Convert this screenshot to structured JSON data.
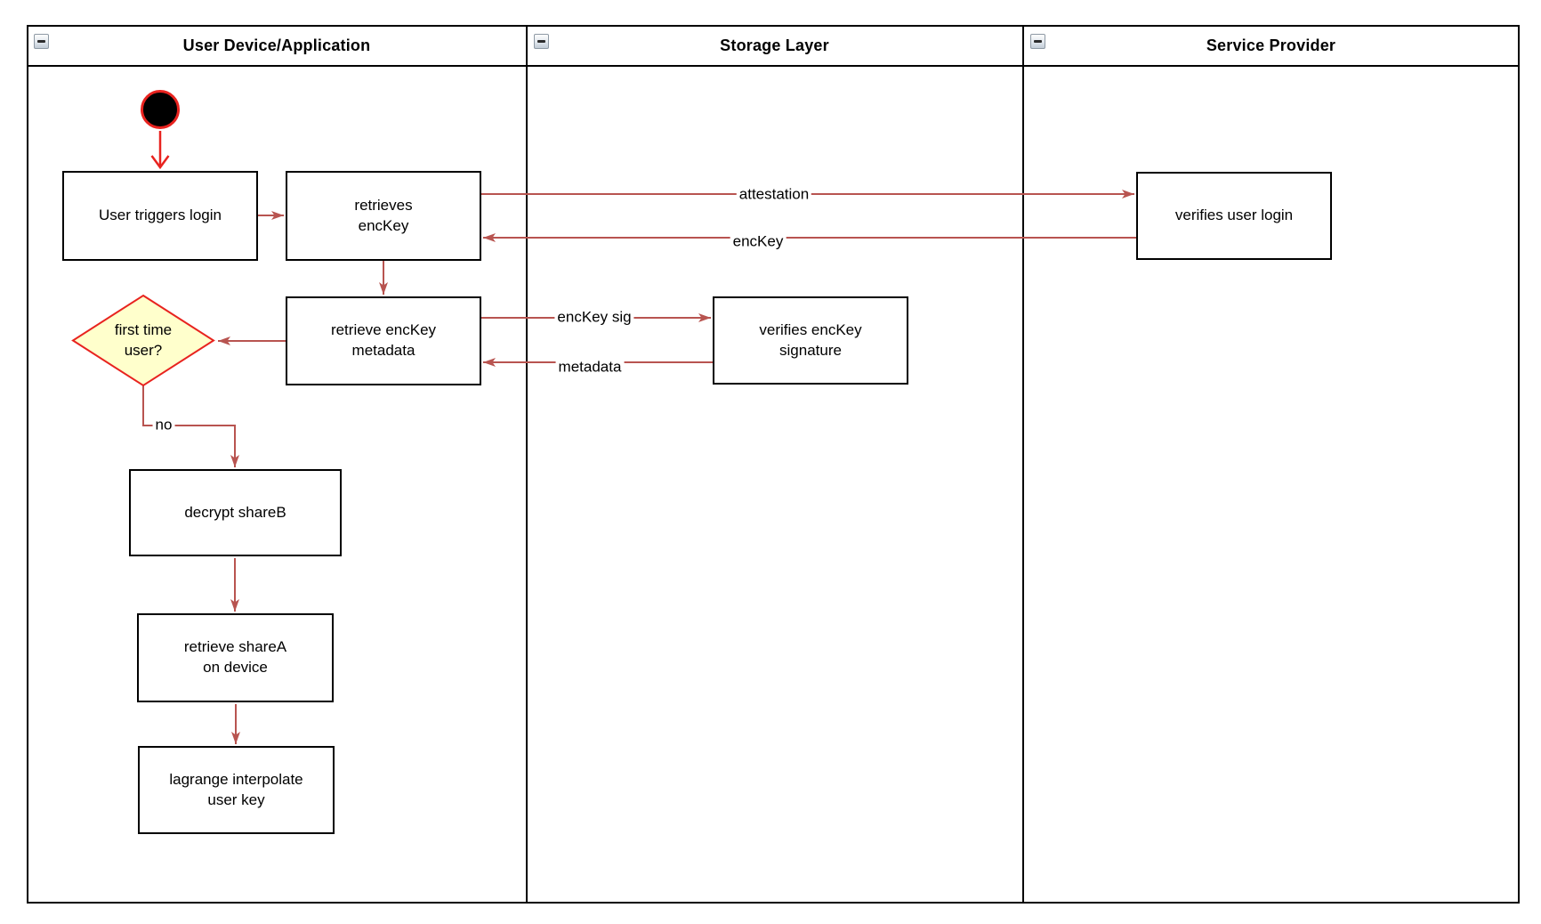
{
  "diagram": {
    "lanes": [
      {
        "title": "User Device/Application"
      },
      {
        "title": "Storage Layer"
      },
      {
        "title": "Service Provider"
      }
    ],
    "nodes": {
      "start": {
        "type": "initial-node"
      },
      "user_triggers_login": {
        "label": "User triggers login"
      },
      "retrieves_enckey": {
        "label": "retrieves\nencKey"
      },
      "retrieve_enckey_metadata": {
        "label": "retrieve encKey\nmetadata"
      },
      "first_time_user": {
        "label": "first time\nuser?"
      },
      "decrypt_shareb": {
        "label": "decrypt shareB"
      },
      "retrieve_sharea_on_device": {
        "label": "retrieve shareA\non device"
      },
      "lagrange_interpolate_user_key": {
        "label": "lagrange interpolate\nuser key"
      },
      "verifies_enckey_signature": {
        "label": "verifies encKey\nsignature"
      },
      "verifies_user_login": {
        "label": "verifies user login"
      }
    },
    "edges": [
      {
        "from": "start",
        "to": "user_triggers_login",
        "label": ""
      },
      {
        "from": "user_triggers_login",
        "to": "retrieves_enckey",
        "label": ""
      },
      {
        "from": "retrieves_enckey",
        "to": "verifies_user_login",
        "label": "attestation"
      },
      {
        "from": "verifies_user_login",
        "to": "retrieves_enckey",
        "label": "encKey"
      },
      {
        "from": "retrieves_enckey",
        "to": "retrieve_enckey_metadata",
        "label": ""
      },
      {
        "from": "retrieve_enckey_metadata",
        "to": "verifies_enckey_signature",
        "label": "encKey sig"
      },
      {
        "from": "verifies_enckey_signature",
        "to": "retrieve_enckey_metadata",
        "label": "metadata"
      },
      {
        "from": "retrieve_enckey_metadata",
        "to": "first_time_user",
        "label": ""
      },
      {
        "from": "first_time_user",
        "to": "decrypt_shareb",
        "label": "no"
      },
      {
        "from": "decrypt_shareb",
        "to": "retrieve_sharea_on_device",
        "label": ""
      },
      {
        "from": "retrieve_sharea_on_device",
        "to": "lagrange_interpolate_user_key",
        "label": ""
      }
    ],
    "colors": {
      "connector": "#b85450",
      "start_accent": "#e8231f",
      "decision_fill": "#ffffcc",
      "decision_stroke": "#e8231f",
      "node_border": "#000000",
      "node_fill": "#ffffff"
    }
  }
}
